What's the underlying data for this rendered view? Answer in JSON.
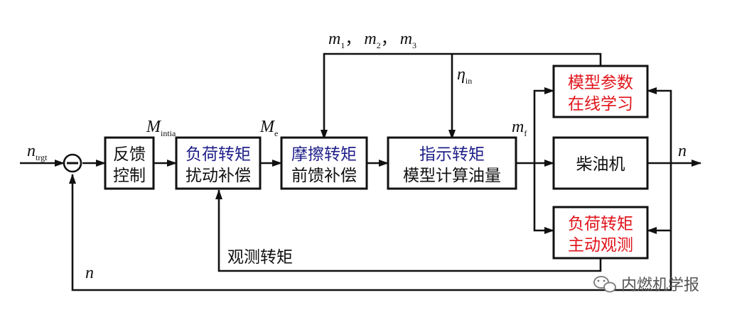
{
  "blocks": {
    "feedback_control": {
      "line1": "反馈",
      "line2": "控制"
    },
    "load_torque_comp": {
      "line1": "负荷转矩",
      "line2": "扰动补偿"
    },
    "friction_torque_comp": {
      "line1": "摩擦转矩",
      "line2": "前馈补偿"
    },
    "indicated_torque_model": {
      "line1": "指示转矩",
      "line2": "模型计算油量"
    },
    "model_param_learning": {
      "line1": "模型参数",
      "line2": "在线学习"
    },
    "diesel_engine": {
      "label": "柴油机"
    },
    "load_torque_observer": {
      "line1": "负荷转矩",
      "line2": "主动观测"
    }
  },
  "signals": {
    "n_target": {
      "main": "n",
      "sub": "trgt"
    },
    "m_initia": {
      "main": "M",
      "sub": "intia"
    },
    "m_e": {
      "main": "M",
      "sub": "e"
    },
    "m_f": {
      "main": "m",
      "sub": "f"
    },
    "eta_in": {
      "main": "η",
      "sub": "in"
    },
    "m_params": {
      "m1": {
        "main": "m",
        "sub": "1"
      },
      "sep1": "，",
      "m2": {
        "main": "m",
        "sub": "2"
      },
      "sep2": "，",
      "m3": {
        "main": "m",
        "sub": "3"
      }
    },
    "n_output": "n",
    "n_feedback": "n",
    "observed_torque": "观测转矩"
  },
  "summing_junction": {
    "symbol": "−"
  },
  "watermark": {
    "text": "内燃机学报"
  },
  "colors": {
    "black_text": "#111111",
    "blue_text": "#1f1f8a",
    "red_text": "#e0141b"
  }
}
